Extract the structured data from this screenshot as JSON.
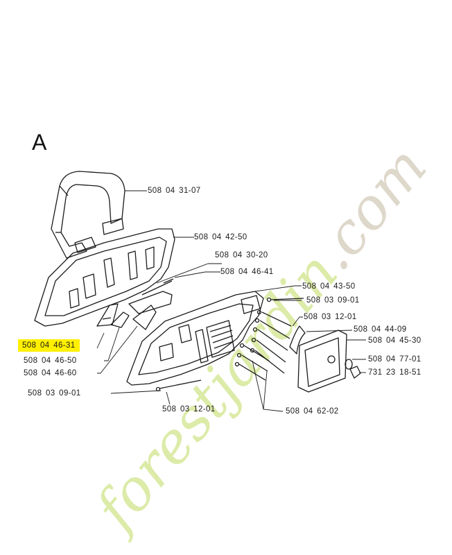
{
  "diagram": {
    "section_letter": "A",
    "highlight_color": "#fff000",
    "watermark": {
      "text_main": "forestjardin",
      "text_tail": ".com",
      "color_main": "#d7e89a",
      "color_tail": "#d9d2c2"
    },
    "parts": [
      {
        "id": "p1",
        "number": "508 04 31-07"
      },
      {
        "id": "p2",
        "number": "508 04 42-50"
      },
      {
        "id": "p3",
        "number": "508 04 30-20"
      },
      {
        "id": "p4",
        "number": "508 04 46-41"
      },
      {
        "id": "p5",
        "number": "508 04 43-50"
      },
      {
        "id": "p6",
        "number": "508 03 09-01"
      },
      {
        "id": "p7",
        "number": "508 03 12-01"
      },
      {
        "id": "p8",
        "number": "508 04 44-09"
      },
      {
        "id": "p9",
        "number": "508 04 45-30"
      },
      {
        "id": "p10",
        "number": "508 04 77-01"
      },
      {
        "id": "p11",
        "number": "731 23 18-51"
      },
      {
        "id": "p12",
        "number": "508 04 46-31",
        "highlighted": true
      },
      {
        "id": "p13",
        "number": "508 04 46-50"
      },
      {
        "id": "p14",
        "number": "508 04 46-60"
      },
      {
        "id": "p15",
        "number": "508 03 09-01"
      },
      {
        "id": "p16",
        "number": "508 03 12-01"
      },
      {
        "id": "p17",
        "number": "508 04 62-02"
      }
    ]
  }
}
